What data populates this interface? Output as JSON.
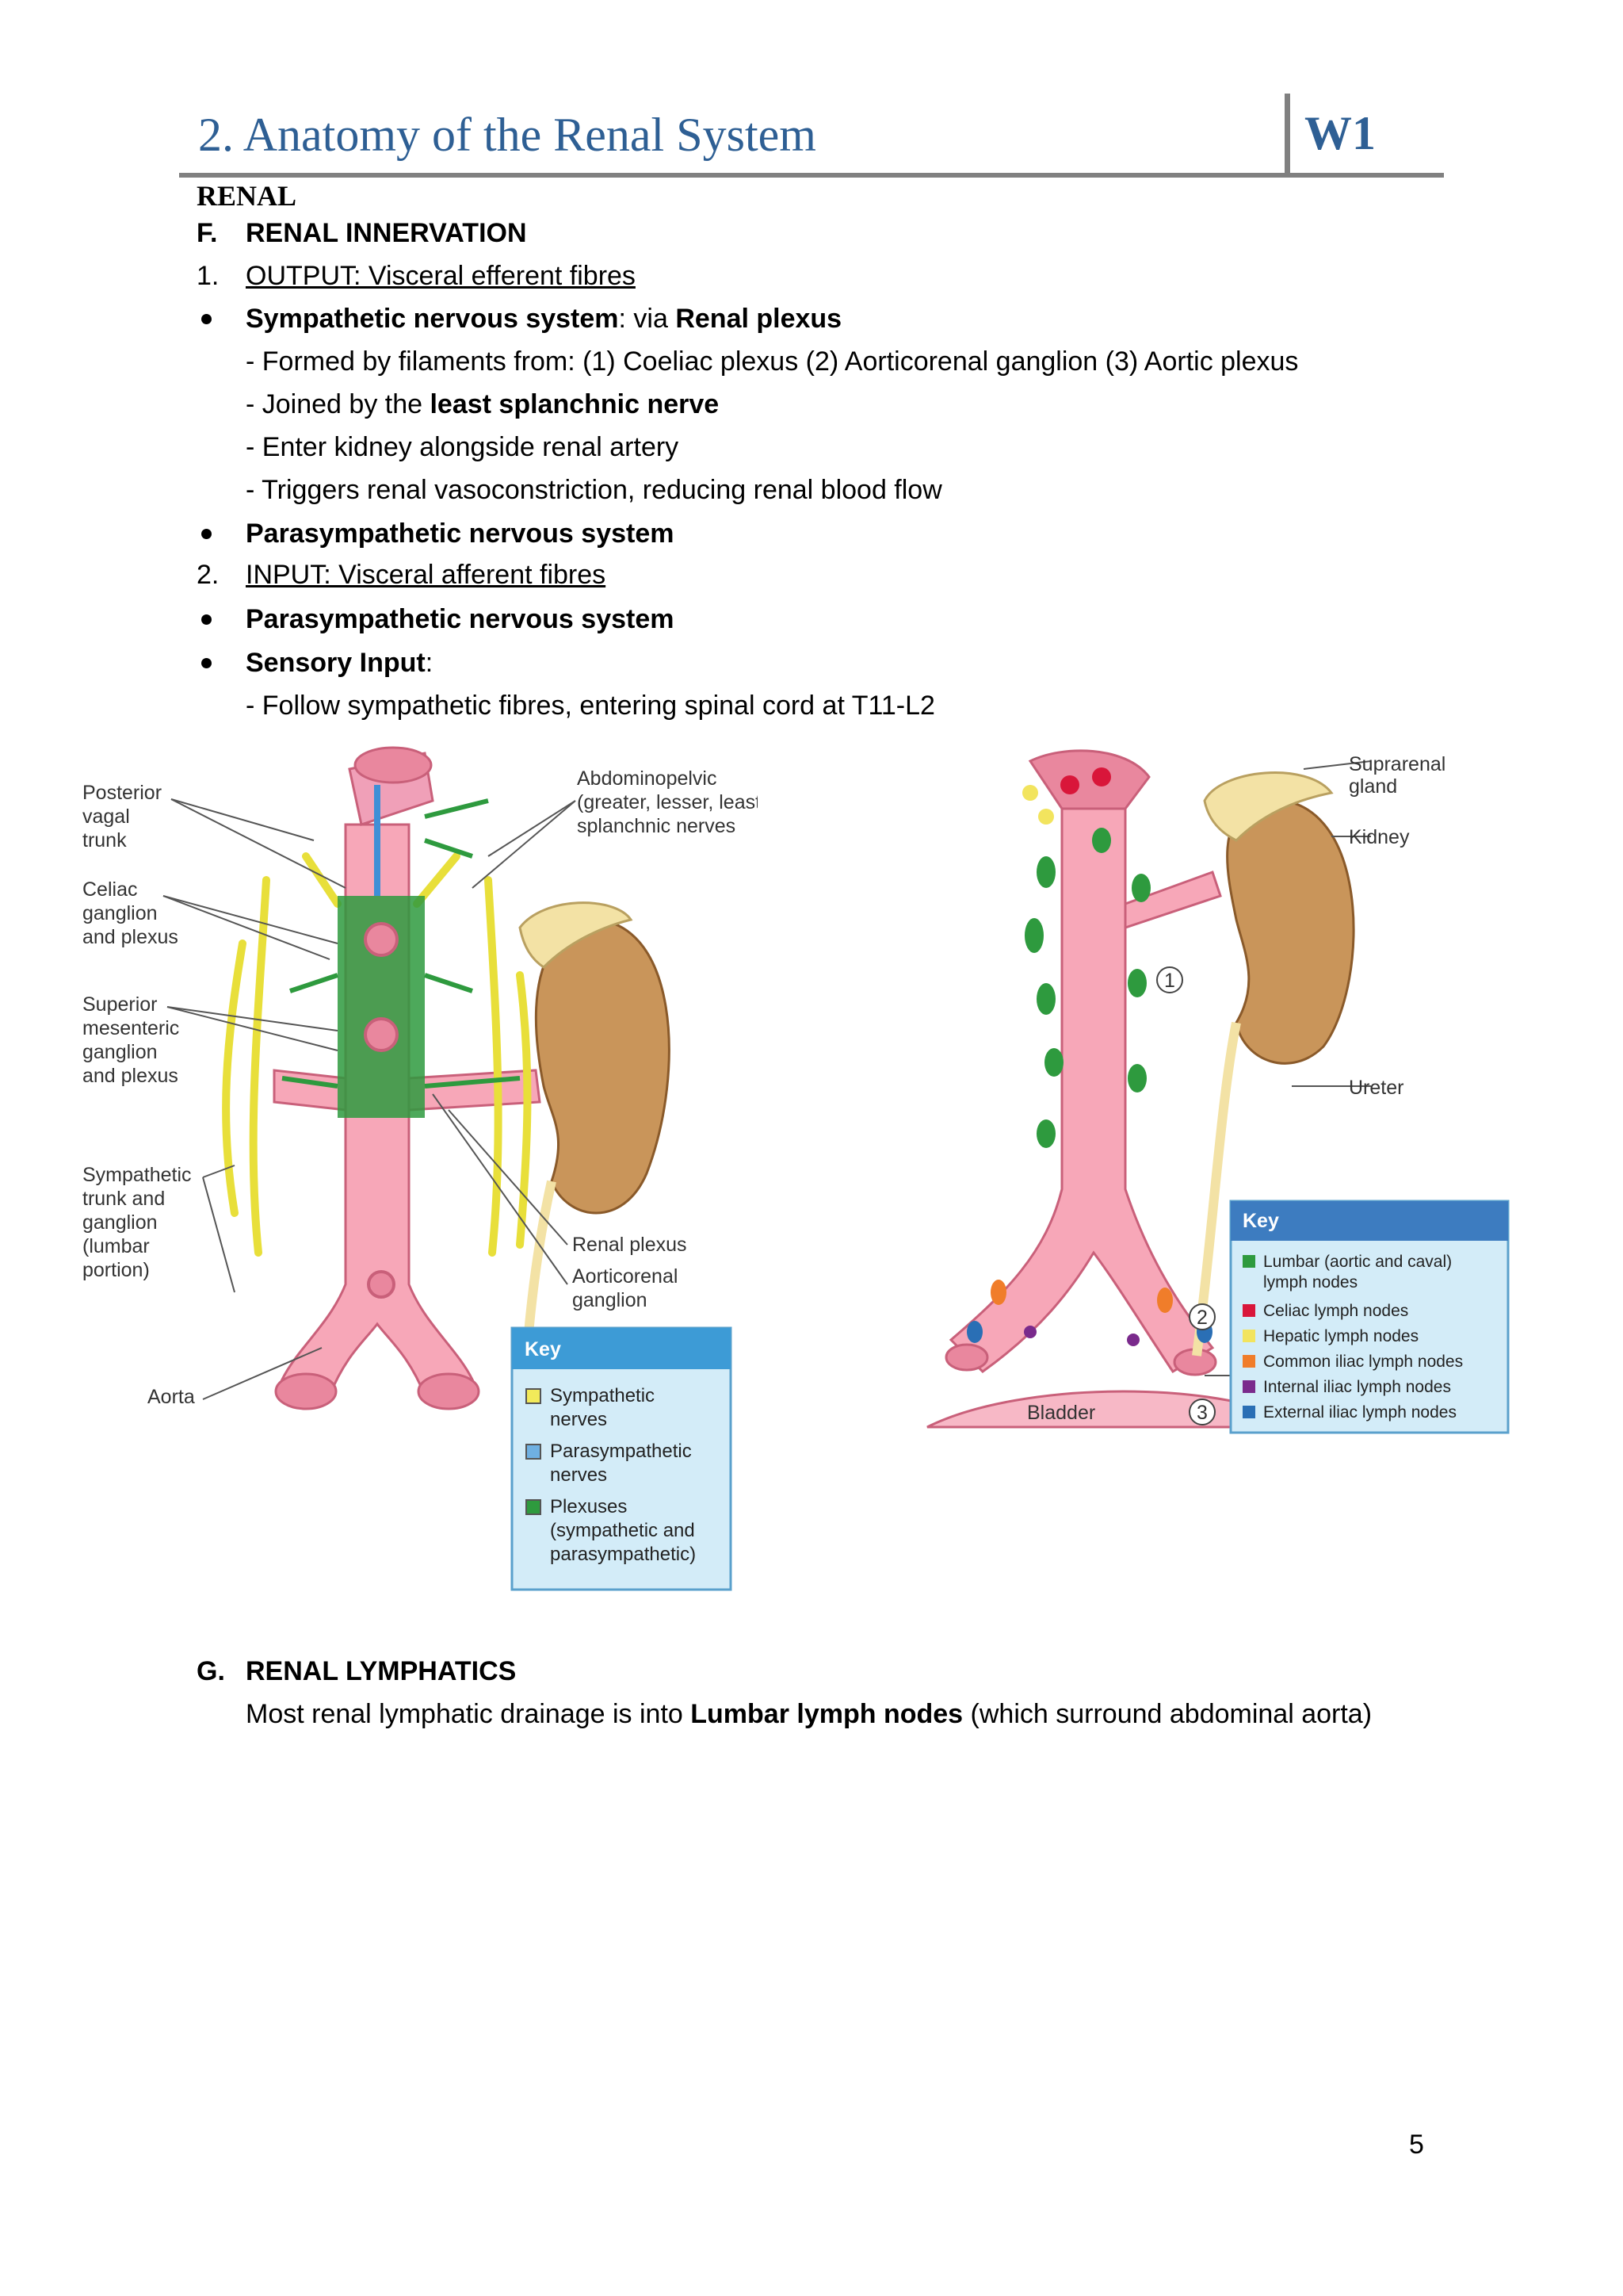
{
  "header": {
    "title": "2. Anatomy of the Renal System",
    "code": "W1"
  },
  "section": "RENAL",
  "innervation": {
    "letter": "F.",
    "heading": "RENAL INNERVATION",
    "output": {
      "num": "1.",
      "text": "OUTPUT: Visceral efferent fibres"
    },
    "sympathetic": {
      "bold": "Sympathetic nervous system",
      "mid": ": via ",
      "bold2": "Renal plexus",
      "lines": [
        "- Formed by filaments from: (1) Coeliac plexus (2) Aorticorenal ganglion (3) Aortic plexus",
        "- Enter kidney alongside renal artery",
        "- Triggers renal vasoconstriction, reducing renal blood flow"
      ],
      "joined_pre": "- Joined by the ",
      "joined_bold": "least splanchnic nerve"
    },
    "parasympathetic_out": "Parasympathetic nervous system",
    "input": {
      "num": "2.",
      "text": "INPUT: Visceral afferent fibres"
    },
    "parasympathetic_in": "Parasympathetic nervous system",
    "sensory": {
      "bold": "Sensory Input",
      "colon": ":",
      "line": "- Follow sympathetic fibres, entering spinal cord at T11-L2"
    }
  },
  "figure_left": {
    "labels": {
      "posterior": [
        "Posterior",
        "vagal",
        "trunk"
      ],
      "celiac": [
        "Celiac",
        "ganglion",
        "and plexus"
      ],
      "superior": [
        "Superior",
        "mesenteric",
        "ganglion",
        "and plexus"
      ],
      "trunk": [
        "Sympathetic",
        "trunk and",
        "ganglion",
        "(lumbar",
        "portion)"
      ],
      "aorta": "Aorta",
      "abdomino": [
        "Abdominopelvic",
        "(greater, lesser, least)",
        "splanchnic nerves"
      ],
      "renal_plexus": "Renal plexus",
      "aorticorenal": [
        "Aorticorenal",
        "ganglion"
      ]
    },
    "key": {
      "title": "Key",
      "items": [
        {
          "lines": [
            "Sympathetic",
            "nerves"
          ],
          "color": "#f2ea5a"
        },
        {
          "lines": [
            "Parasympathetic",
            "nerves"
          ],
          "color": "#6fb0e2"
        },
        {
          "lines": [
            "Plexuses",
            "(sympathetic and",
            "parasympathetic)"
          ],
          "color": "#2e9a3e"
        }
      ]
    },
    "colors": {
      "aorta": "#f7a7b8",
      "kidney": "#c9955a",
      "adrenal": "#f3e2a5",
      "nerve": "#f3ee6e",
      "plexus": "#2e9a3e",
      "vagal": "#3f8fd6"
    }
  },
  "figure_right": {
    "labels": {
      "suprarenal": [
        "Suprarenal",
        "gland"
      ],
      "kidney": "Kidney",
      "ureter": "Ureter",
      "bladder": "Bladder",
      "markers": [
        "1",
        "2",
        "3"
      ]
    },
    "key": {
      "title": "Key",
      "items": [
        {
          "lines": [
            "Lumbar (aortic and caval)",
            "lymph nodes"
          ],
          "color": "#2e9a3e"
        },
        {
          "lines": [
            "Celiac lymph nodes"
          ],
          "color": "#d9163a"
        },
        {
          "lines": [
            "Hepatic lymph nodes"
          ],
          "color": "#f2e45e"
        },
        {
          "lines": [
            "Common iliac lymph nodes"
          ],
          "color": "#f07d2a"
        },
        {
          "lines": [
            "Internal iliac lymph nodes"
          ],
          "color": "#7a2a8c"
        },
        {
          "lines": [
            "External iliac lymph nodes"
          ],
          "color": "#2a6fb5"
        }
      ]
    }
  },
  "lymphatics": {
    "letter": "G.",
    "heading": "RENAL LYMPHATICS",
    "pre": "Most renal lymphatic drainage is into ",
    "bold": "Lumbar lymph nodes",
    "post": " (which surround abdominal aorta)"
  },
  "page_number": "5"
}
